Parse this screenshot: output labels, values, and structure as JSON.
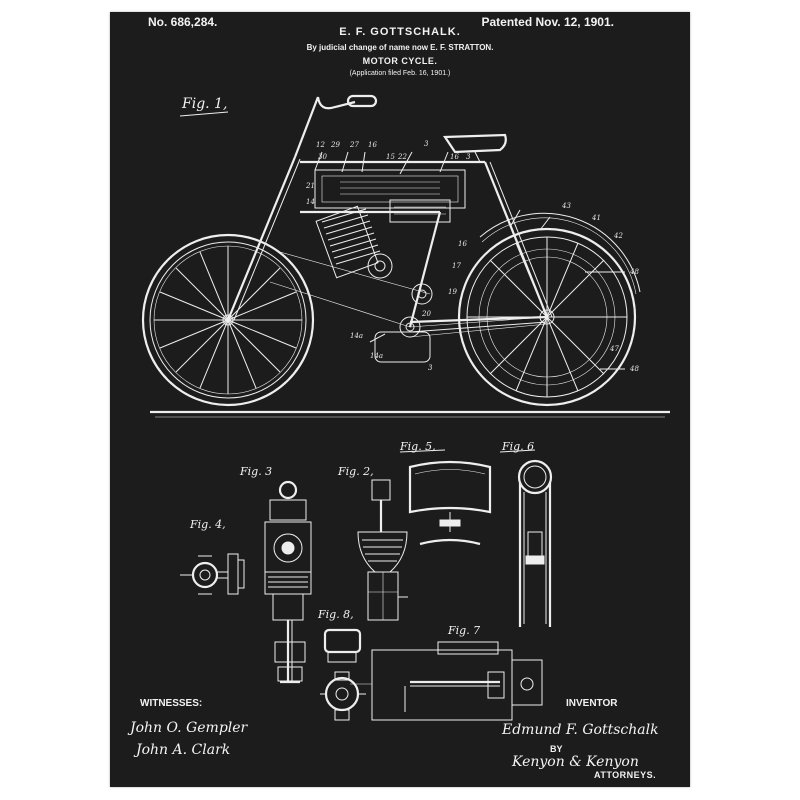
{
  "header": {
    "patent_number": "No. 686,284.",
    "patent_date": "Patented Nov. 12, 1901.",
    "inventor_name": "E. F. GOTTSCHALK.",
    "name_change": "By judicial change of name now E. F. STRATTON.",
    "title": "MOTOR CYCLE.",
    "application": "(Application filed Feb. 16, 1901.)"
  },
  "figures": {
    "fig1": "Fig. 1,",
    "fig2": "Fig. 2,",
    "fig3": "Fig. 3",
    "fig4": "Fig. 4,",
    "fig5": "Fig. 5,",
    "fig6": "Fig. 6",
    "fig7": "Fig. 7",
    "fig8": "Fig. 8,"
  },
  "fig1_labels": {
    "l12": "12",
    "l29": "29",
    "l27": "27",
    "l16": "16",
    "l3": "3",
    "l30": "30",
    "l15": "15",
    "l22": "22",
    "l16b": "16",
    "l3b": "3",
    "l21": "21",
    "l14": "14",
    "l43": "43",
    "l41": "41",
    "l42": "42",
    "l48": "48",
    "l48b": "48",
    "l47": "47",
    "l17": "17",
    "l19": "19",
    "l14a": "14a",
    "l14a2": "14a",
    "l3c": "3",
    "l16c": "16",
    "l20": "20"
  },
  "footer": {
    "witnesses_label": "WITNESSES:",
    "witness1": "John O. Gempler",
    "witness2": "John A. Clark",
    "inventor_label": "INVENTOR",
    "inventor_signature": "Edmund F. Gottschalk",
    "by": "BY",
    "attorneys_signature": "Kenyon & Kenyon",
    "attorneys_label": "ATTORNEYS."
  },
  "colors": {
    "sheet": "#1c1c1c",
    "ink": "#eeeeee",
    "background": "#ffffff"
  }
}
